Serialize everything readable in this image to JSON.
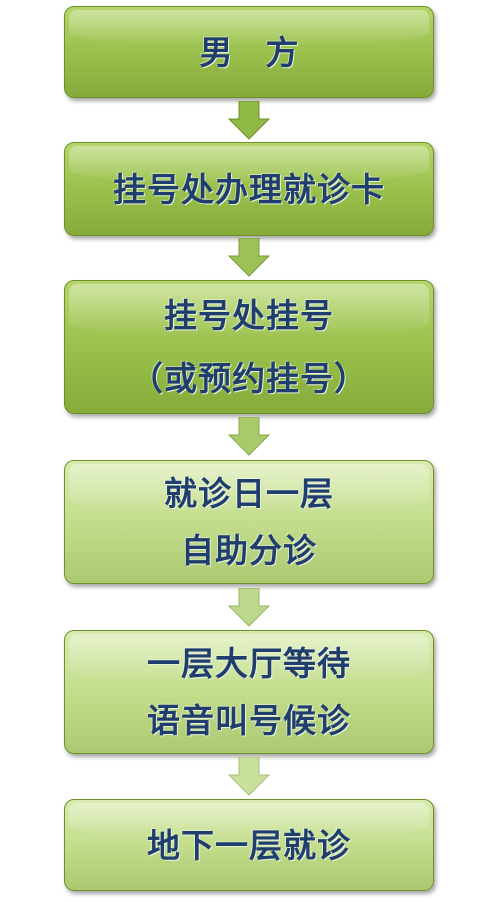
{
  "steps": [
    {
      "lines": [
        "男　方"
      ]
    },
    {
      "lines": [
        "挂号处办理就诊卡"
      ]
    },
    {
      "lines": [
        "挂号处挂号",
        "（或预约挂号）"
      ]
    },
    {
      "lines": [
        "就诊日一层",
        "自助分诊"
      ]
    },
    {
      "lines": [
        "一层大厅等待",
        "语音叫号候诊"
      ]
    },
    {
      "lines": [
        "地下一层就诊"
      ]
    }
  ],
  "colors": {
    "box_dark": "#9cc24f",
    "box_light": "#c3dd8c",
    "text": "#1f3e6e",
    "arrow_dark": "#8fb845",
    "arrow_light": "#c9e09c"
  }
}
